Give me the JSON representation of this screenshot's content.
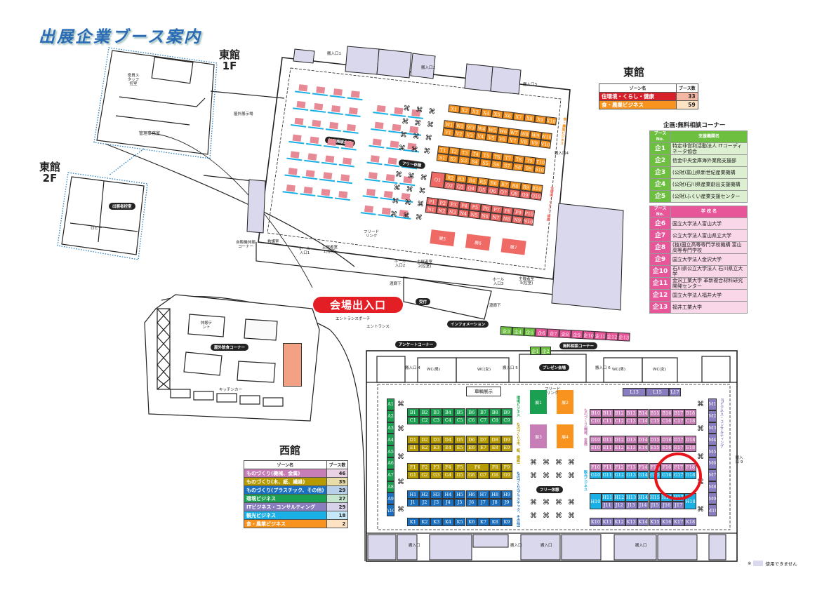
{
  "title": "出展企業ブース案内",
  "buildings": {
    "east_1f": {
      "name": "東館",
      "floor": "1F"
    },
    "east_2f": {
      "name": "東館",
      "floor": "2F"
    }
  },
  "entrance_label": "会場出入口",
  "east_legend": {
    "title": "東館",
    "header": [
      "ゾーン名",
      "ブース数"
    ],
    "rows": [
      {
        "name": "住環境・くらし・健康",
        "count": "33",
        "color": "#d7202a",
        "count_bg": "#f4b7a4"
      },
      {
        "name": "食・農業ビジネス",
        "count": "59",
        "color": "#f7931e",
        "count_bg": "#fde2c4"
      }
    ]
  },
  "consult": {
    "title": "企画:無料相談コーナー",
    "support_header": [
      "ブースNo.",
      "支援機関名"
    ],
    "support": [
      {
        "no": "企1",
        "name": "特定非営利活動法人 ITコーディネータ協会"
      },
      {
        "no": "企2",
        "name": "信金中央金庫海外業務支援部"
      },
      {
        "no": "企3",
        "name": "(公財)富山県新世紀産業機構"
      },
      {
        "no": "企4",
        "name": "(公財)石川県産業創出支援機構"
      },
      {
        "no": "企5",
        "name": "(公財)ふくい産業支援センター"
      }
    ],
    "school_header": [
      "ブースNo.",
      "学 校 名"
    ],
    "schools": [
      {
        "no": "企6",
        "name": "国立大学法人富山大学"
      },
      {
        "no": "企7",
        "name": "公立大学法人富山県立大学"
      },
      {
        "no": "企8",
        "name": "(独)国立高等専門学校機構 富山高等専門学校"
      },
      {
        "no": "企9",
        "name": "国立大学法人金沢大学"
      },
      {
        "no": "企10",
        "name": "石川県公立大学法人 石川県立大学"
      },
      {
        "no": "企11",
        "name": "金沢工業大学 革新複合材料研究開発センター"
      },
      {
        "no": "企12",
        "name": "国立大学法人福井大学"
      },
      {
        "no": "企13",
        "name": "福井工業大学"
      }
    ]
  },
  "west_legend": {
    "title": "西館",
    "header": [
      "ゾーン名",
      "ブース数"
    ],
    "rows": [
      {
        "name": "ものづくり(機械、金属)",
        "count": "46",
        "color": "#c77db5",
        "count_bg": "#ead2e6"
      },
      {
        "name": "ものづくり(木、紙、繊維)",
        "count": "35",
        "color": "#b59a00",
        "count_bg": "#e8dca8"
      },
      {
        "name": "ものづくり(プラスチック、その他)",
        "count": "29",
        "color": "#1a6fbf",
        "count_bg": "#b9d0ea"
      },
      {
        "name": "環境ビジネス",
        "count": "27",
        "color": "#1aa050",
        "count_bg": "#c6e5cf"
      },
      {
        "name": "ITビジネス・コンサルティング",
        "count": "29",
        "color": "#8a7dbf",
        "count_bg": "#d7d1ea"
      },
      {
        "name": "観光ビジネス",
        "count": "18",
        "color": "#1ab0e6",
        "count_bg": "#c4e8f7"
      },
      {
        "name": "食・農業ビジネス",
        "count": "2",
        "color": "#f7931e",
        "count_bg": "#fde2c4"
      }
    ]
  },
  "east_hall": {
    "X": [
      "X1",
      "X2",
      "X3",
      "X4",
      "X5",
      "X6",
      "X7",
      "X8",
      "X9",
      "X10"
    ],
    "W": [
      "W1",
      "W2",
      "W3",
      "W4",
      "W5",
      "W6",
      "W7",
      "W8",
      "W9",
      "W10"
    ],
    "V": [
      "V1",
      "V2",
      "V3",
      "V4",
      "V5",
      "V6",
      "V7",
      "V8",
      "V9",
      "V10"
    ],
    "T": [
      "T1",
      "T2",
      "T3",
      "T4",
      "T5",
      "T6",
      "T7",
      "T8",
      "T9",
      "T10"
    ],
    "S": [
      "S1",
      "S2",
      "S3",
      "S4",
      "S5",
      "S6",
      "S7",
      "S8",
      "S9",
      "S10"
    ],
    "Q1": "Q1",
    "R": [
      "R2",
      "R3",
      "R4",
      "R5",
      "R6",
      "R7",
      "R8",
      "R9",
      "R10"
    ],
    "Q": [
      "Q2",
      "Q3",
      "Q4",
      "Q5",
      "Q6",
      "Q7",
      "Q8",
      "Q9",
      "Q10"
    ],
    "P": [
      "P1",
      "P2",
      "P3",
      "P4",
      "P5",
      "P6",
      "P7",
      "P8",
      "P9",
      "P10"
    ],
    "N": [
      "N1",
      "N2",
      "N3",
      "N4",
      "N5",
      "N6",
      "N7",
      "N8",
      "N9",
      "N10"
    ],
    "exhibits": [
      "展5",
      "展6",
      "展7"
    ],
    "zone_food": "食・農業ビジネス",
    "zone_living": "住環境・くらし・健康",
    "meeting_label": "特別商談会場",
    "free_rest": "フリー休憩",
    "free_drink": "フリードリンク"
  },
  "west_hall": {
    "A": [
      "A1",
      "A2",
      "A3",
      "A4",
      "A5",
      "A6",
      "A7",
      "A8",
      "A9",
      "A10"
    ],
    "B": [
      "B1",
      "B2",
      "B3",
      "B4",
      "B5",
      "B6",
      "B7",
      "B8",
      "B9"
    ],
    "C": [
      "C1",
      "C2",
      "C3",
      "C4",
      "C5",
      "C6",
      "C7",
      "C8",
      "C9"
    ],
    "D": [
      "D1",
      "D2",
      "D3",
      "D4",
      "D5",
      "D6",
      "D7",
      "D8",
      "D9"
    ],
    "E": [
      "E1",
      "E2",
      "E3",
      "E4",
      "E5",
      "E6",
      "E7",
      "E8",
      "E9"
    ],
    "F": [
      "F1",
      "F2",
      "F3",
      "F4",
      "F5",
      "F6",
      "F8",
      "F9"
    ],
    "G": [
      "G1",
      "G2",
      "G3",
      "G4",
      "G5",
      "G6",
      "G7",
      "G8",
      "G9"
    ],
    "H": [
      "H1",
      "H2",
      "H3",
      "H4",
      "H5",
      "H6",
      "H7",
      "H8",
      "H9"
    ],
    "J": [
      "J1",
      "J2",
      "J3",
      "J4",
      "J5",
      "J6",
      "J7",
      "J8",
      "J9"
    ],
    "K": [
      "K1",
      "K2",
      "K3",
      "K4",
      "K5",
      "K6",
      "K7",
      "K8",
      "K9"
    ],
    "L": [
      "L13",
      "L15",
      "L17"
    ],
    "B2": [
      "B10",
      "B11",
      "B12",
      "B13",
      "B14",
      "B15",
      "B16",
      "B17",
      "B18"
    ],
    "C2": [
      "C10",
      "C11",
      "C12",
      "C13",
      "C14",
      "C15",
      "C16",
      "C17",
      "C18"
    ],
    "D2": [
      "D10",
      "D11",
      "D12",
      "D13",
      "D14",
      "D15",
      "D16",
      "D17",
      "D18"
    ],
    "E2": [
      "E10",
      "E11",
      "E12",
      "E13",
      "E14",
      "E15",
      "E16",
      "E17",
      "E18"
    ],
    "F2": [
      "F10",
      "F11",
      "F12",
      "F13",
      "F14",
      "F15",
      "F16",
      "F17",
      "F18"
    ],
    "G2": [
      "G10",
      "G11",
      "G12",
      "G13",
      "G14",
      "G15",
      "G16",
      "G17",
      "G18"
    ],
    "H10": "H10",
    "H2": [
      "H11",
      "H12",
      "H13",
      "H14",
      "H15",
      "H16",
      "H17"
    ],
    "J2": [
      "J11",
      "J12",
      "J13",
      "J14",
      "J15",
      "J16",
      "J17"
    ],
    "H18": "H18",
    "K2": [
      "K10",
      "K11",
      "K12",
      "K13",
      "K14",
      "K15",
      "K16",
      "K17",
      "K18"
    ],
    "M": [
      "M1",
      "M2",
      "M3",
      "M4",
      "M5",
      "M6",
      "M7",
      "M8",
      "M9",
      "M10"
    ],
    "exhibits": [
      "展1",
      "展2",
      "展3",
      "展4"
    ],
    "vehicle": "車輌展示",
    "free_drink": "フリードリンク",
    "free_rest": "フリー休憩",
    "zone_env": "環境ビジネス",
    "zone_wood": "ものづくり(木、紙、繊維)",
    "zone_plastic": "ものづくり(プラスチック、その他)",
    "zone_machine": "ものづくり(機械、金属)",
    "zone_tourism": "観光ビジネス",
    "zone_it": "ITビジネス・コンサルティング"
  },
  "kikaku_strip": [
    "企3",
    "企4",
    "企5",
    "企6",
    "企7",
    "企8",
    "企9",
    "企10",
    "企11",
    "企12",
    "企13"
  ],
  "kikaku_front": [
    "企1",
    "企2"
  ],
  "colors": {
    "red": "#d7202a",
    "orange": "#f7931e",
    "salmon": "#ef6a64",
    "green": "#1aa050",
    "olive": "#b59a00",
    "blue": "#1a6fbf",
    "pink": "#c77db5",
    "cyan": "#1ab0e6",
    "purple": "#8a7dbf",
    "kgreen": "#6cbf3f",
    "kpink": "#e8569a",
    "unavailable": "#d9d8ec"
  },
  "labels": {
    "gate1": "搬入口1",
    "gate2": "搬入口2",
    "gate3": "搬入口3",
    "gate4e": "搬入口4",
    "gate4": "搬入口 4",
    "gate5": "搬入口 5",
    "gate6": "搬入口 6",
    "gate9": "搬入口 9",
    "gate_b1": "搬入口",
    "gate_b2": "搬入口",
    "gate_b3": "搬入口",
    "gate_b4": "搬入口",
    "hall1": "ホール入口1",
    "hall2": "ホール入口2",
    "hall3": "ホール入口3",
    "host1": "主催者室1(控室)",
    "host2": "主催者室2(控室)",
    "host3": "主催者室3(控室)",
    "first_aid": "救護室",
    "vending": "自販機休憩コーナー",
    "outdoor_exhibit": "屋外展示場",
    "office": "管理事務室",
    "staff": "役員スタッフ控室",
    "exhibitor_room": "出展者控室",
    "lobby": "ロビー",
    "corridor1": "渡廊下",
    "corridor2": "渡廊下",
    "entrance": "エントランス",
    "porch": "エントランスポーチ",
    "info": "インフォメーション",
    "reception": "受付",
    "survey": "アンケートコーナー",
    "consult": "無料相談コーナー",
    "presen": "プレゼン会場",
    "wc_m": "WC(男)",
    "wc_f": "WC(女)",
    "wc_f2": "WC(女)",
    "wc_m2": "WC(男)",
    "rest_tent": "休憩テント",
    "outdoor_food": "屋外飲食コーナー",
    "kitchen_car": "キッチンカー"
  },
  "note": {
    "mark": "※",
    "text": "使用できません"
  }
}
